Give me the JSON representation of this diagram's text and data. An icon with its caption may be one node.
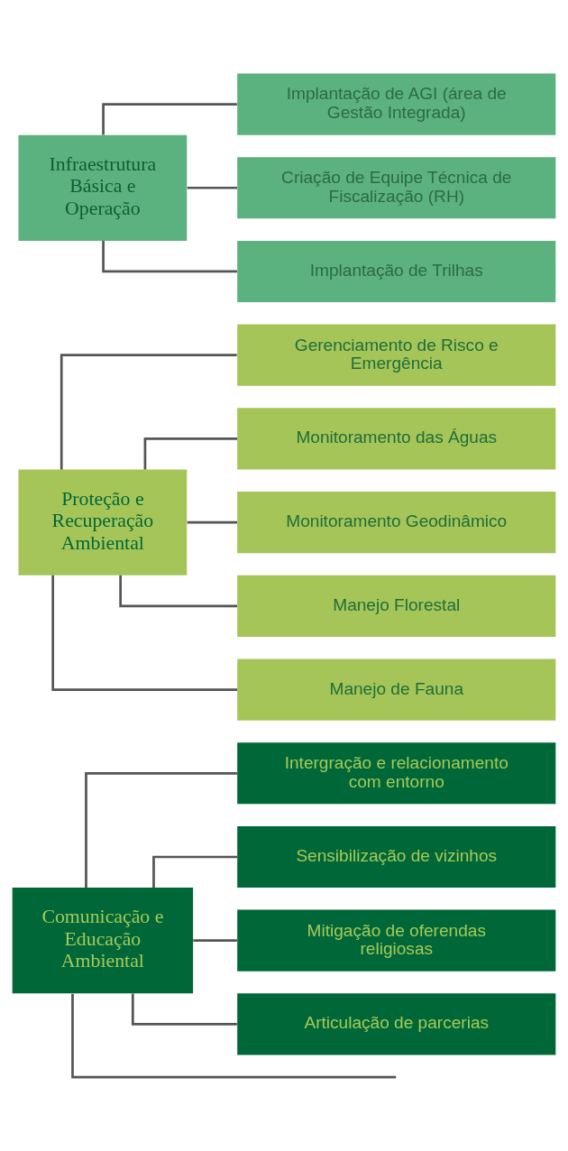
{
  "diagram": {
    "nodes": [
      {
        "text": [
          "Comunicação e Educação Ambiental"
        ]
      },
      {
        "text": [
          "Intergração e relacionamento com entorno"
        ]
      },
      {
        "text": [
          "Sensibilização de vizinhos"
        ]
      },
      {
        "text": [
          "Mitigação de oferendas religiosas"
        ]
      },
      {
        "text": [
          "Articulação de parcerias"
        ]
      },
      {
        "text": [
          "Proteção e Recuperação Ambiental"
        ]
      },
      {
        "text": [
          "Gerenciamento de Risco e Emergência"
        ]
      },
      {
        "text": [
          "Monitoramento das Águas"
        ]
      },
      {
        "text": [
          "Monitoramento Geodinâmico"
        ]
      },
      {
        "text": [
          "Manejo Florestal"
        ]
      },
      {
        "text": [
          "Manejo de Fauna"
        ]
      },
      {
        "text": [
          "Infraestrutura Básica e Operação"
        ]
      },
      {
        "text": [
          "Implantação de AGI (área de Gestão Integrada)"
        ]
      },
      {
        "text": [
          "Criação de Equipe Técnica de Fiscalização (RH)"
        ]
      },
      {
        "text": [
          "Implantação de Trilhas"
        ]
      }
    ],
    "edges": [
      {
        "from": 0,
        "to": 1,
        "arrow": "none"
      },
      {
        "from": 0,
        "to": 2,
        "arrow": "none"
      },
      {
        "from": 0,
        "to": null,
        "arrow": "none"
      },
      {
        "from": 0,
        "to": 3,
        "arrow": "none"
      },
      {
        "from": 0,
        "to": 4,
        "arrow": "none"
      },
      {
        "from": 5,
        "to": 6,
        "arrow": "none"
      },
      {
        "from": 5,
        "to": 7,
        "arrow": "none"
      },
      {
        "from": 5,
        "to": 8,
        "arrow": "none"
      },
      {
        "from": 5,
        "to": 9,
        "arrow": "none"
      },
      {
        "from": 5,
        "to": 10,
        "arrow": "none"
      },
      {
        "from": 11,
        "to": 12,
        "arrow": "none"
      },
      {
        "from": 11,
        "to": 13,
        "arrow": "none"
      },
      {
        "from": 11,
        "to": 14,
        "arrow": "none"
      }
    ]
  }
}
